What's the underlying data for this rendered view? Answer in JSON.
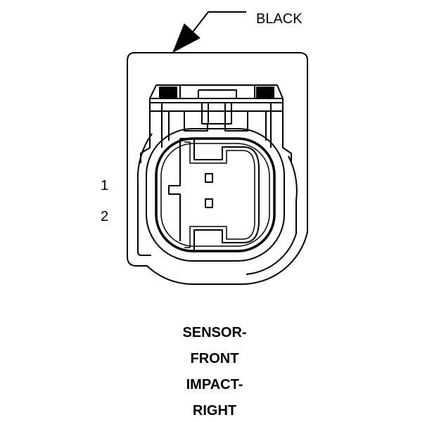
{
  "connector": {
    "color_label": "BLACK",
    "pins": [
      {
        "label": "1"
      },
      {
        "label": "2"
      }
    ]
  },
  "component_name": {
    "lines": [
      "SENSOR-",
      "FRONT",
      "IMPACT-",
      "RIGHT"
    ]
  }
}
